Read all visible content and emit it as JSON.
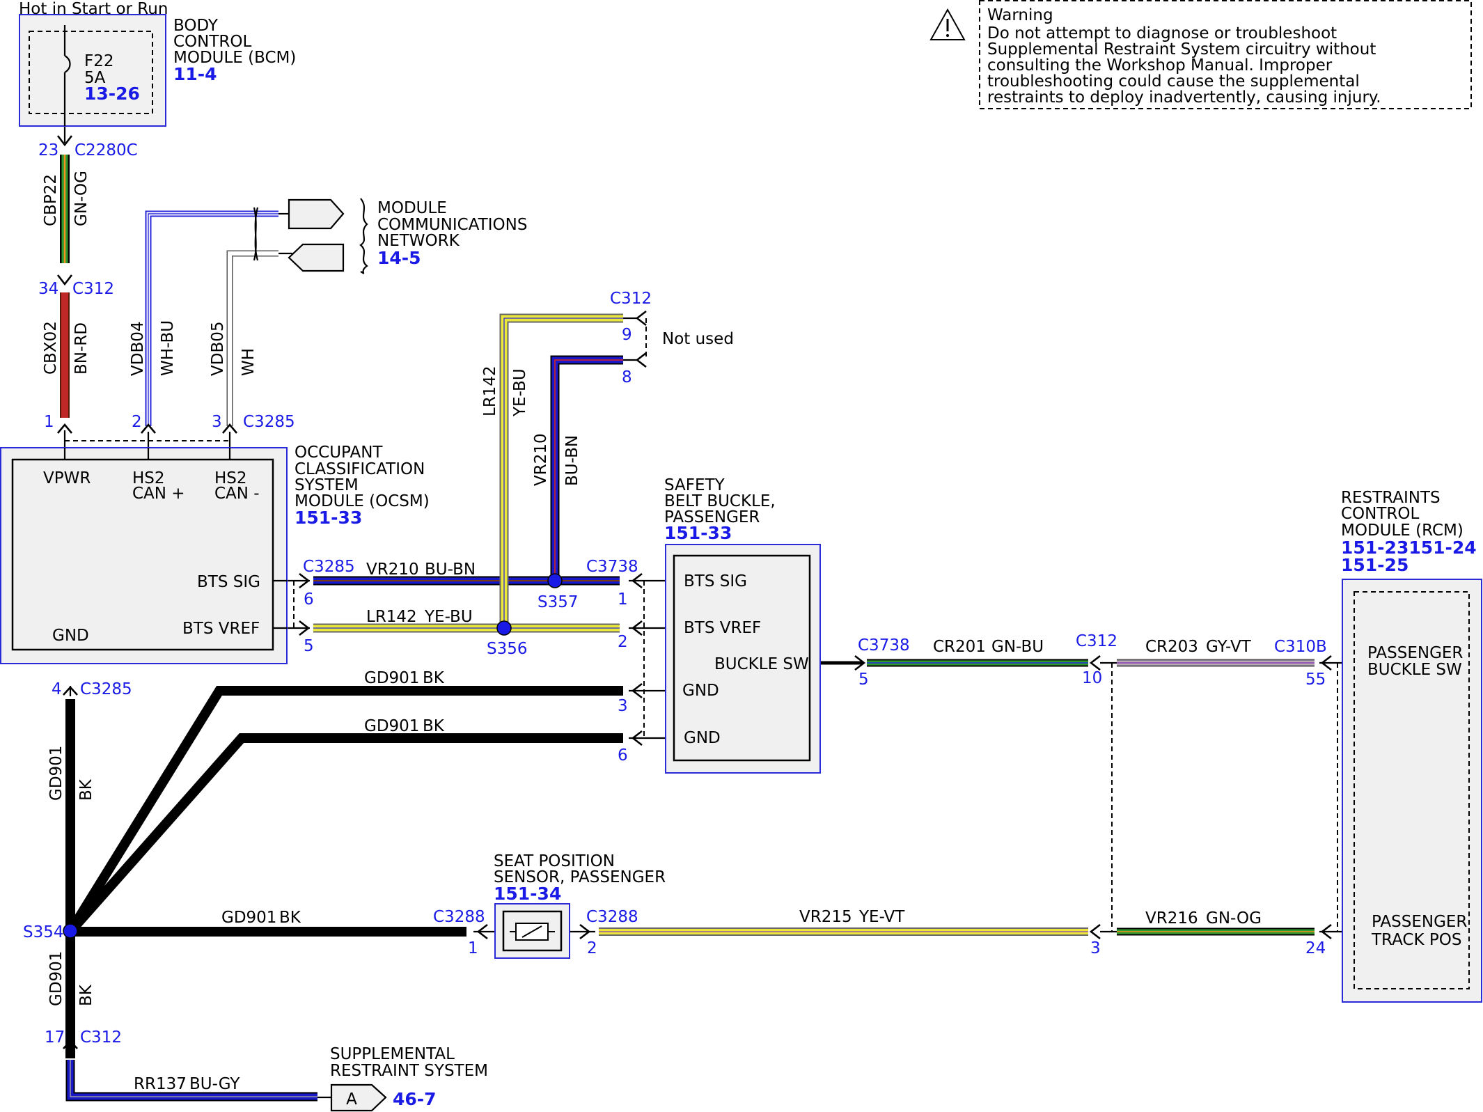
{
  "colors": {
    "blue_ref": "#1a1ae6",
    "module_fill": "#f0f0f0",
    "module_outline": "#2a2ad8",
    "BU": "#1818c8",
    "YE": "#ece83a",
    "GN": "#2e9a2e",
    "RD": "#c02828",
    "BK": "#000000",
    "GY": "#9a9a9a",
    "VT": "#8a3ab0",
    "WH": "#ffffff",
    "BN": "#7a3a10",
    "OG": "#f09020"
  },
  "icons": {
    "warning": "warning-triangle-icon",
    "fuse": "fuse-icon",
    "sensor": "sensor-symbol-icon"
  },
  "power_label": "Hot in Start or Run",
  "bcm": {
    "name": [
      "BODY",
      "CONTROL",
      "MODULE (BCM)"
    ],
    "ref": "11-4",
    "fuse": "F22",
    "rating": "5A",
    "fuse_ref": "13-26"
  },
  "warning": {
    "title": "Warning",
    "lines": [
      "Do not attempt to diagnose or troubleshoot",
      "Supplemental Restraint System circuitry without",
      "consulting the Workshop Manual. Improper",
      "troubleshooting could cause the supplemental",
      "restraints to deploy inadvertently, causing injury."
    ]
  },
  "network": {
    "lines": [
      "MODULE",
      "COMMUNICATIONS",
      "NETWORK"
    ],
    "ref": "14-5"
  },
  "ocsm": {
    "name": [
      "OCCUPANT",
      "CLASSIFICATION",
      "SYSTEM",
      "MODULE (OCSM)"
    ],
    "ref": "151-33",
    "pins": {
      "vpwr": "VPWR",
      "hs2_plus": [
        "HS2",
        "CAN +"
      ],
      "hs2_minus": [
        "HS2",
        "CAN -"
      ],
      "bts_sig": "BTS SIG",
      "bts_vref": "BTS VREF",
      "gnd": "GND"
    }
  },
  "buckle": {
    "name": [
      "SAFETY",
      "BELT BUCKLE,",
      "PASSENGER"
    ],
    "ref": "151-33",
    "pins": {
      "bts_sig": "BTS SIG",
      "bts_vref": "BTS VREF",
      "buckle_sw": "BUCKLE SW",
      "gnd1": "GND",
      "gnd2": "GND"
    }
  },
  "rcm": {
    "name": [
      "RESTRAINTS",
      "CONTROL",
      "MODULE (RCM)"
    ],
    "ref1": "151-23151-24",
    "ref2": "151-25",
    "pins": {
      "buckle_sw": [
        "PASSENGER",
        "BUCKLE SW"
      ],
      "track_pos": [
        "PASSENGER",
        "TRACK POS"
      ]
    }
  },
  "seat_sensor": {
    "name": [
      "SEAT POSITION",
      "SENSOR, PASSENGER"
    ],
    "ref": "151-34"
  },
  "srs": {
    "name": [
      "SUPPLEMENTAL",
      "RESTRAINT SYSTEM"
    ],
    "tag": "A",
    "ref": "46-7"
  },
  "not_used": "Not used",
  "connectors": {
    "c2280c": "C2280C",
    "c312": "C312",
    "c3285": "C3285",
    "c3738": "C3738",
    "c3288": "C3288",
    "c310b": "C310B"
  },
  "splices": {
    "s357": "S357",
    "s356": "S356",
    "s354": "S354"
  },
  "pins": {
    "p23": "23",
    "p34": "34",
    "p1": "1",
    "p2": "2",
    "p3": "3",
    "p4": "4",
    "p5": "5",
    "p6": "6",
    "p8": "8",
    "p9": "9",
    "p10": "10",
    "p17": "17",
    "p24": "24",
    "p55": "55"
  },
  "wires": {
    "cbp22": {
      "circuit": "CBP22",
      "color": "GN-OG"
    },
    "cbx02": {
      "circuit": "CBX02",
      "color": "BN-RD"
    },
    "vdb04": {
      "circuit": "VDB04",
      "color": "WH-BU"
    },
    "vdb05": {
      "circuit": "VDB05",
      "color": "WH"
    },
    "vr210": {
      "circuit": "VR210",
      "color": "BU-BN"
    },
    "lr142": {
      "circuit": "LR142",
      "color": "YE-BU"
    },
    "gd901": {
      "circuit": "GD901",
      "color": "BK"
    },
    "cr201": {
      "circuit": "CR201",
      "color": "GN-BU"
    },
    "cr203": {
      "circuit": "CR203",
      "color": "GY-VT"
    },
    "vr215": {
      "circuit": "VR215",
      "color": "YE-VT"
    },
    "vr216": {
      "circuit": "VR216",
      "color": "GN-OG"
    },
    "rr137": {
      "circuit": "RR137",
      "color": "BU-GY"
    }
  }
}
